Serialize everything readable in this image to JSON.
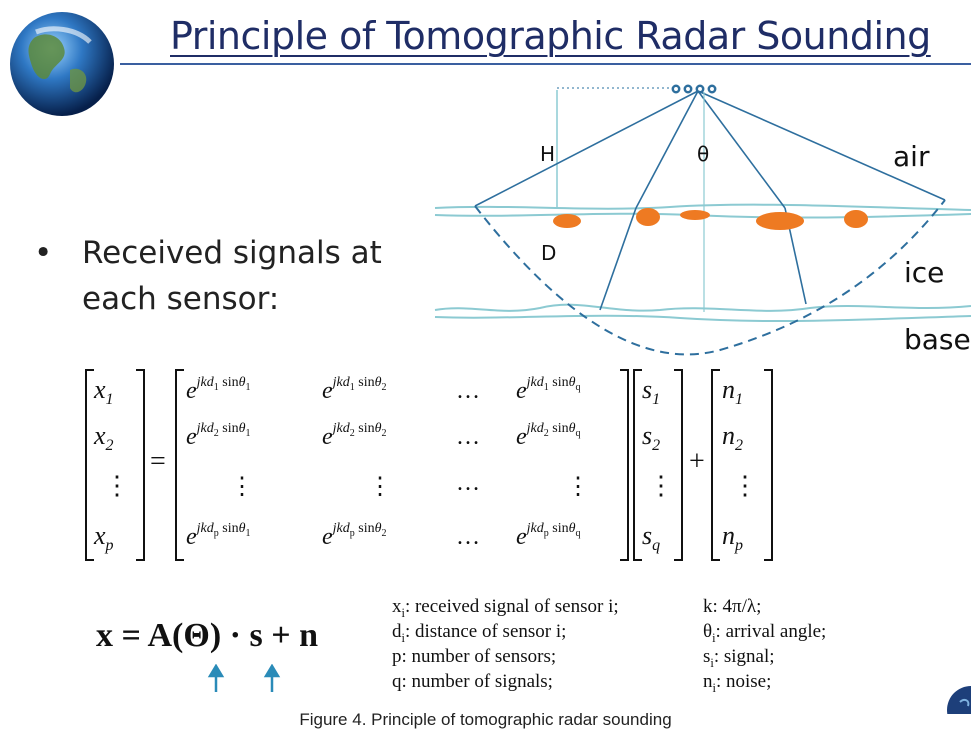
{
  "slide": {
    "title": "Principle of Tomographic Radar Sounding",
    "bullet": "Received signals at each sensor:"
  },
  "diagram": {
    "layers": [
      "air",
      "ice",
      "base"
    ],
    "labels": {
      "height": "H",
      "depth": "D",
      "angle": "θ"
    }
  },
  "matrix_equation": {
    "lhs": [
      "x_1",
      "x_2",
      "⋮",
      "x_p"
    ],
    "steering_rows": [
      [
        "e^{jkd_1 sinθ_1}",
        "e^{jkd_1 sinθ_2}",
        "…",
        "e^{jkd_1 sinθ_q}"
      ],
      [
        "e^{jkd_2 sinθ_1}",
        "e^{jkd_2 sinθ_2}",
        "…",
        "e^{jkd_2 sinθ_q}"
      ],
      [
        "⋮",
        "⋮",
        "…",
        "⋮"
      ],
      [
        "e^{jkd_p sinθ_1}",
        "e^{jkd_p sinθ_2}",
        "…",
        "e^{jkd_p sinθ_q}"
      ]
    ],
    "signals": [
      "s_1",
      "s_2",
      "⋮",
      "s_q"
    ],
    "noise": [
      "n_1",
      "n_2",
      "⋮",
      "n_p"
    ],
    "equals": "=",
    "plus": "+"
  },
  "compact_equation": "x = A(Θ) · s + n",
  "legend": {
    "col1": [
      {
        "sym": "x",
        "sub": "i",
        "text": ": received signal of sensor i;"
      },
      {
        "sym": "d",
        "sub": "i",
        "text": ": distance of sensor i;"
      },
      {
        "sym": "p",
        "sub": "",
        "text": ":  number of sensors;"
      },
      {
        "sym": "q",
        "sub": "",
        "text": ":  number of signals;"
      }
    ],
    "col2": [
      {
        "sym": "k",
        "sub": "",
        "text": ": 4π/λ;"
      },
      {
        "sym": "θ",
        "sub": "i",
        "text": ": arrival angle;"
      },
      {
        "sym": "s",
        "sub": "i",
        "text": ": signal;"
      },
      {
        "sym": "n",
        "sub": "i",
        "text": ": noise;"
      }
    ]
  },
  "caption": "Figure 4. Principle of tomographic radar sounding",
  "colors": {
    "title": "#1f2d66",
    "diagram_line": "#2e6f9e",
    "layer_line": "#8ccad2",
    "target": "#ee7a22",
    "arrow": "#2a8bb8"
  },
  "icons": [
    "globe-icon"
  ]
}
